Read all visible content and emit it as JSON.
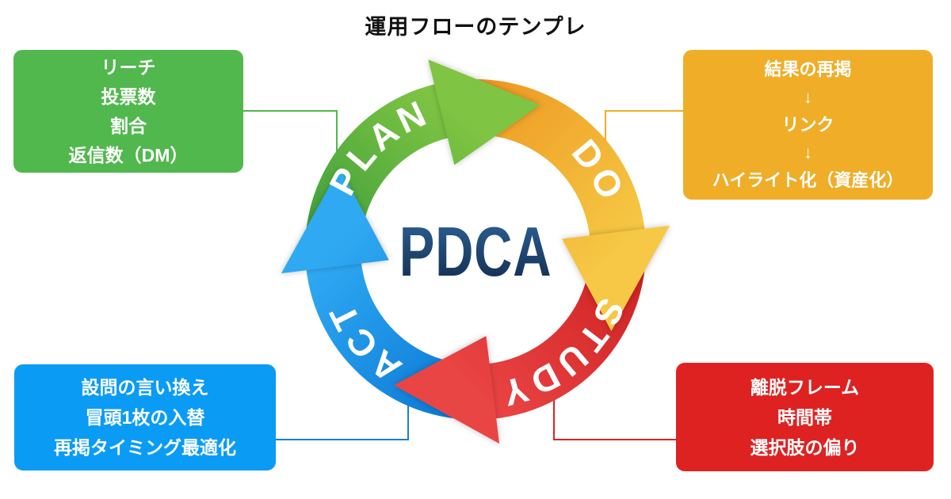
{
  "title": "運用フローのテンプレ",
  "center": {
    "label": "PDCA",
    "color_top": "#2F6598",
    "color_bottom": "#10294B"
  },
  "cycle": {
    "segments": [
      {
        "id": "plan",
        "label": "PLAN",
        "color_from": "#3FA03C",
        "color_to": "#7FC442"
      },
      {
        "id": "do",
        "label": "DO",
        "color_from": "#EE9B24",
        "color_to": "#F6C844"
      },
      {
        "id": "study",
        "label": "STUDY",
        "color_from": "#CE2222",
        "color_to": "#EA4444"
      },
      {
        "id": "act",
        "label": "ACT",
        "color_from": "#0C79D6",
        "color_to": "#2FA9F2"
      }
    ]
  },
  "boxes": {
    "plan": {
      "color": "#51B84D",
      "connector_color": "#51B84D",
      "lines": [
        "リーチ",
        "投票数",
        "割合",
        "返信数（DM）"
      ]
    },
    "do": {
      "color": "#EFAD28",
      "connector_color": "#EFAD28",
      "lines": [
        "結果の再掲",
        "↓",
        "リンク",
        "↓",
        "ハイライト化（資産化）"
      ]
    },
    "act": {
      "color": "#0A9BF5",
      "connector_color": "#1B7FD4",
      "lines": [
        "設問の言い換え",
        "冒頭1枚の入替",
        "再掲タイミング最適化"
      ]
    },
    "study": {
      "color": "#DE2222",
      "connector_color": "#DD2222",
      "lines": [
        "離脱フレーム",
        "時間帯",
        "選択肢の偏り"
      ]
    }
  }
}
